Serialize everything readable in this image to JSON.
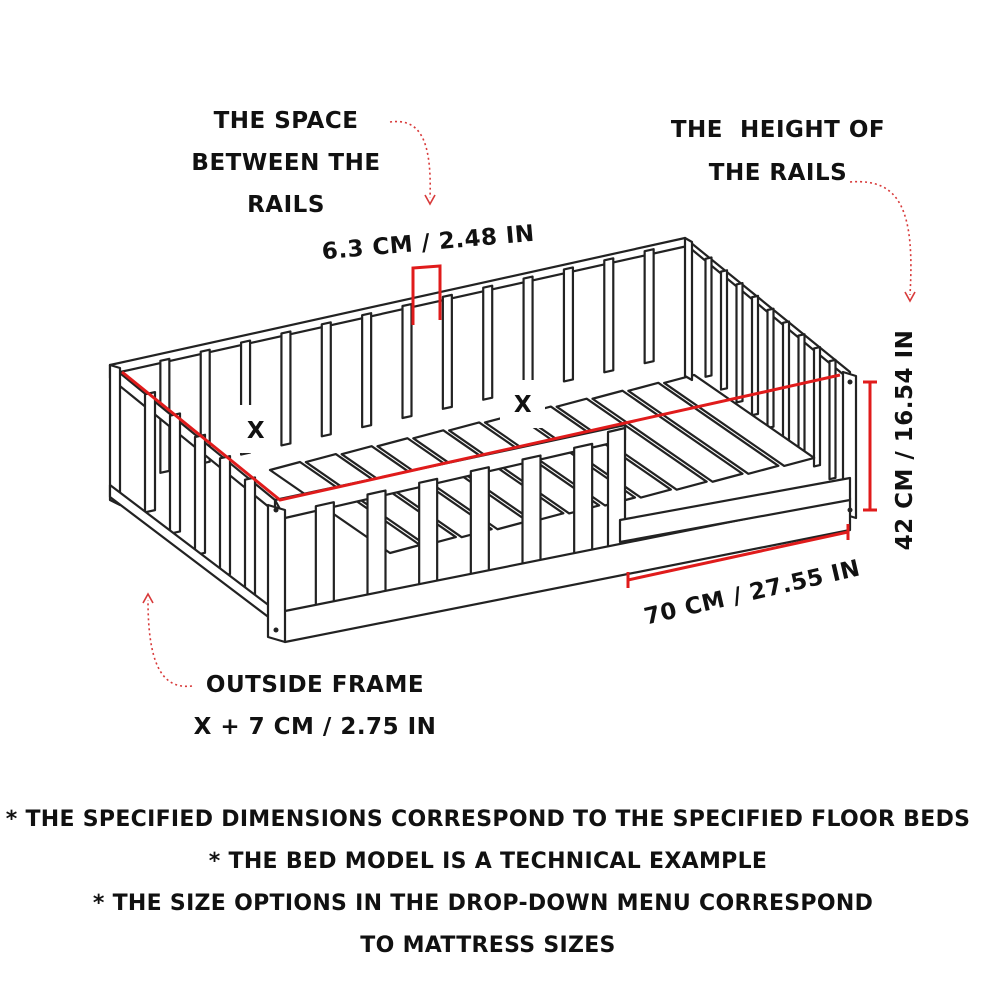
{
  "labels": {
    "space_between_rails": [
      "THE SPACE",
      "BETWEEN THE",
      "RAILS"
    ],
    "height_of_rails": [
      "THE  HEIGHT OF",
      "THE RAILS"
    ],
    "space_value": "6.3 CM / 2.48 IN",
    "height_value": "42 CM / 16.54 IN",
    "width_value": "70 CM / 27.55 IN",
    "x_short": "X",
    "x_long": "X",
    "outside_frame": [
      "OUTSIDE FRAME",
      "X + 7 CM / 2.75 IN"
    ]
  },
  "notes": [
    "* THE SPECIFIED DIMENSIONS CORRESPOND TO THE SPECIFIED FLOOR BEDS",
    "* THE BED MODEL IS A TECHNICAL EXAMPLE",
    "* THE SIZE OPTIONS IN THE DROP-DOWN MENU CORRESPOND",
    "TO MATTRESS SIZES"
  ],
  "colors": {
    "dimension": "#e01b1b",
    "arrow": "#d83a3a",
    "line": "#222222"
  }
}
